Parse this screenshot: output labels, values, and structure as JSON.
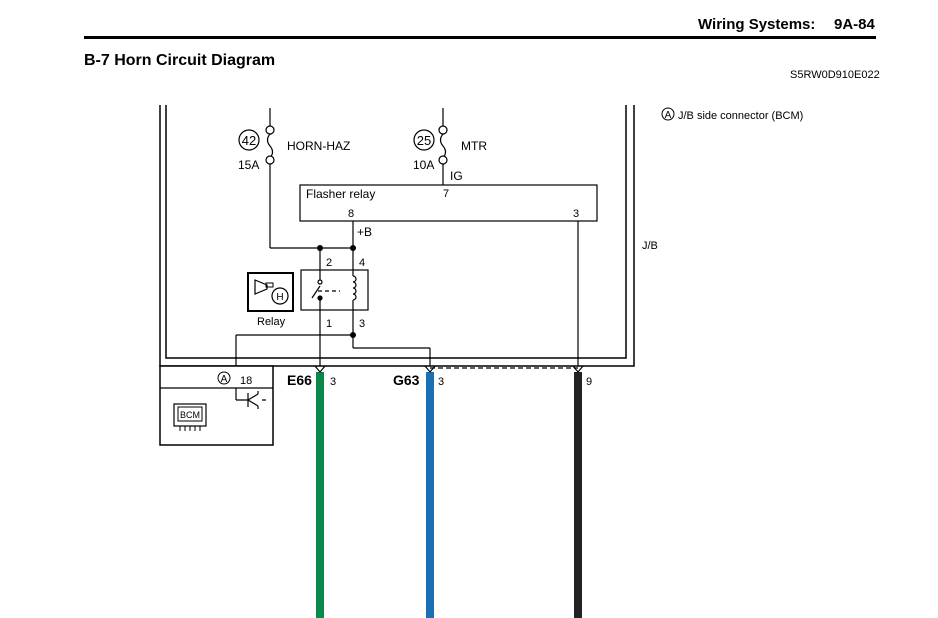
{
  "header": {
    "title": "Wiring Systems:",
    "page": "9A-84"
  },
  "section_title": "B-7 Horn Circuit Diagram",
  "doc_code": "S5RW0D910E022",
  "legend": {
    "marker": "A",
    "text": "J/B side connector (BCM)"
  },
  "jb_label": "J/B",
  "fuses": [
    {
      "number": "42",
      "rating": "15A",
      "name": "HORN-HAZ"
    },
    {
      "number": "25",
      "rating": "10A",
      "name": "MTR"
    }
  ],
  "ig_label": "IG",
  "flasher_relay": {
    "label": "Flasher relay",
    "pins": [
      "8",
      "7",
      "3"
    ]
  },
  "plus_b": "+B",
  "relay": {
    "label": "Relay",
    "pins": [
      "2",
      "4",
      "1",
      "3"
    ]
  },
  "horn_symbol": "H",
  "bcm": {
    "marker": "A",
    "pin": "18",
    "label": "BCM"
  },
  "connectors": [
    {
      "name": "E66",
      "pin": "3"
    },
    {
      "name": "G63",
      "pin": "3"
    },
    {
      "name": "",
      "pin": "9"
    }
  ],
  "colors": {
    "green_wire": "#0a8a4a",
    "blue_wire": "#1a6fb5",
    "black_wire": "#222222"
  }
}
